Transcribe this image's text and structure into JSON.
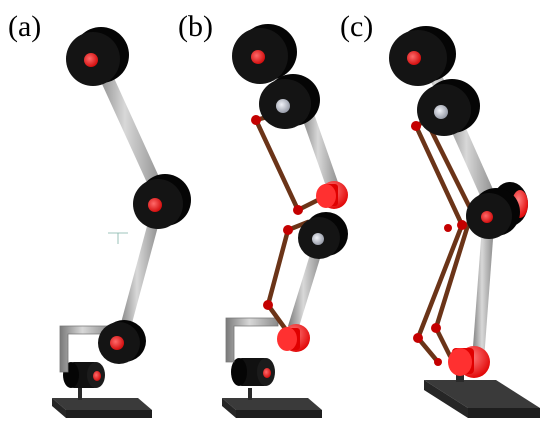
{
  "panels": [
    {
      "id": "a",
      "label": "(a)"
    },
    {
      "id": "b",
      "label": "(b)"
    },
    {
      "id": "c",
      "label": "(c)"
    }
  ],
  "colors": {
    "joint_body": "#0a0a0a",
    "joint_hub": "#e60000",
    "link": "#a8a8a8",
    "tendon": "#6b3418",
    "tendon_node": "#c40000",
    "base": "#2b2b2b",
    "active_joint": "#ff1a1a",
    "passive_hub": "#c8ccd6"
  }
}
